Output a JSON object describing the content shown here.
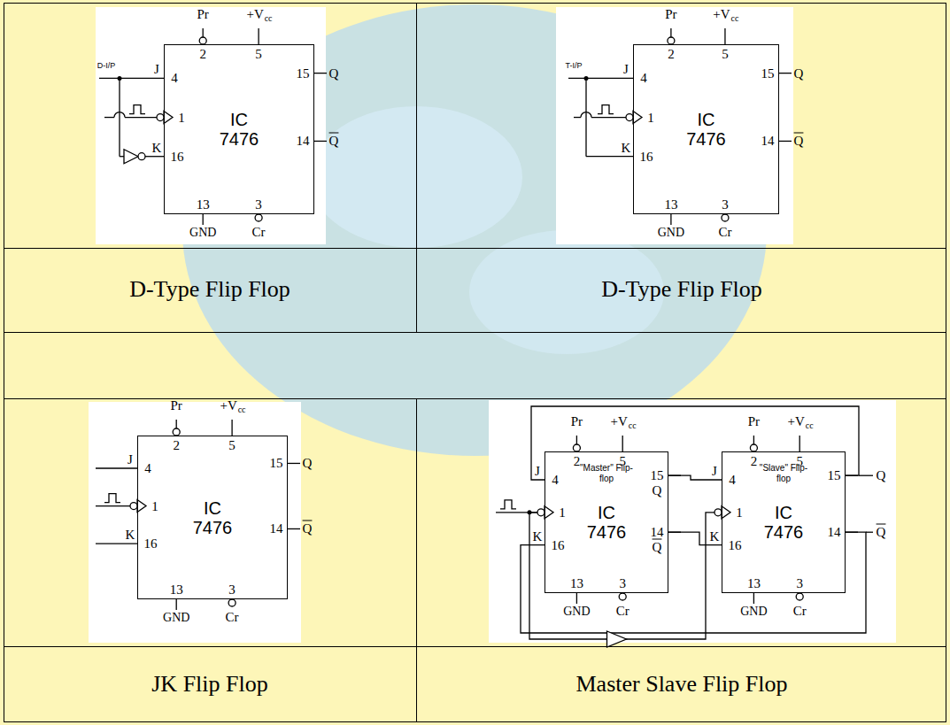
{
  "diagram": {
    "nodes": [
      {
        "text": [
          "IC 7476"
        ]
      },
      {
        "text": [
          "IC 7476"
        ]
      },
      {
        "text": [
          "IC 7476"
        ]
      },
      {
        "text": [
          "\"Master\" Flip-flop",
          "IC 7476"
        ]
      },
      {
        "text": [
          "\"Slave\" Flip-flop",
          "IC 7476"
        ]
      }
    ],
    "edges": [
      {
        "from": 3,
        "to": 4,
        "arrow": "none"
      },
      {
        "from": 3,
        "to": 4,
        "arrow": "none"
      },
      {
        "from": 4,
        "to": 3,
        "arrow": "none"
      },
      {
        "from": 4,
        "to": 3,
        "arrow": "none"
      },
      {
        "from": 3,
        "to": 4,
        "arrow": "none"
      }
    ],
    "labels": [
      "Pr",
      "2",
      "+V",
      "cc",
      "5",
      "J",
      "4",
      "1",
      "K",
      "16",
      "15",
      "Q",
      "14",
      "Q",
      "13",
      "GND",
      "3",
      "Cr",
      "Pr",
      "2",
      "+V",
      "cc",
      "5",
      "J",
      "4",
      "1",
      "K",
      "16",
      "15",
      "Q",
      "14",
      "Q",
      "13",
      "GND",
      "3",
      "Cr",
      "Pr",
      "2",
      "+V",
      "cc",
      "5",
      "J",
      "4",
      "1",
      "K",
      "16",
      "15",
      "Q",
      "14",
      "Q",
      "13",
      "GND",
      "3",
      "Cr",
      "Pr",
      "2",
      "+V",
      "cc",
      "5",
      "J",
      "4",
      "1",
      "K",
      "16",
      "15",
      "Q",
      "14",
      "Q",
      "13",
      "GND",
      "3",
      "Cr",
      "Pr",
      "2",
      "+V",
      "cc",
      "5",
      "J",
      "4",
      "1",
      "K",
      "16",
      "15",
      "Q",
      "14",
      "Q",
      "13",
      "GND",
      "3",
      "Cr",
      "D-I/P",
      "T-I/P",
      "D-Type Flip Flop",
      "D-Type Flip Flop",
      "JK Flip Flop",
      "Master Slave Flip Flop"
    ]
  }
}
